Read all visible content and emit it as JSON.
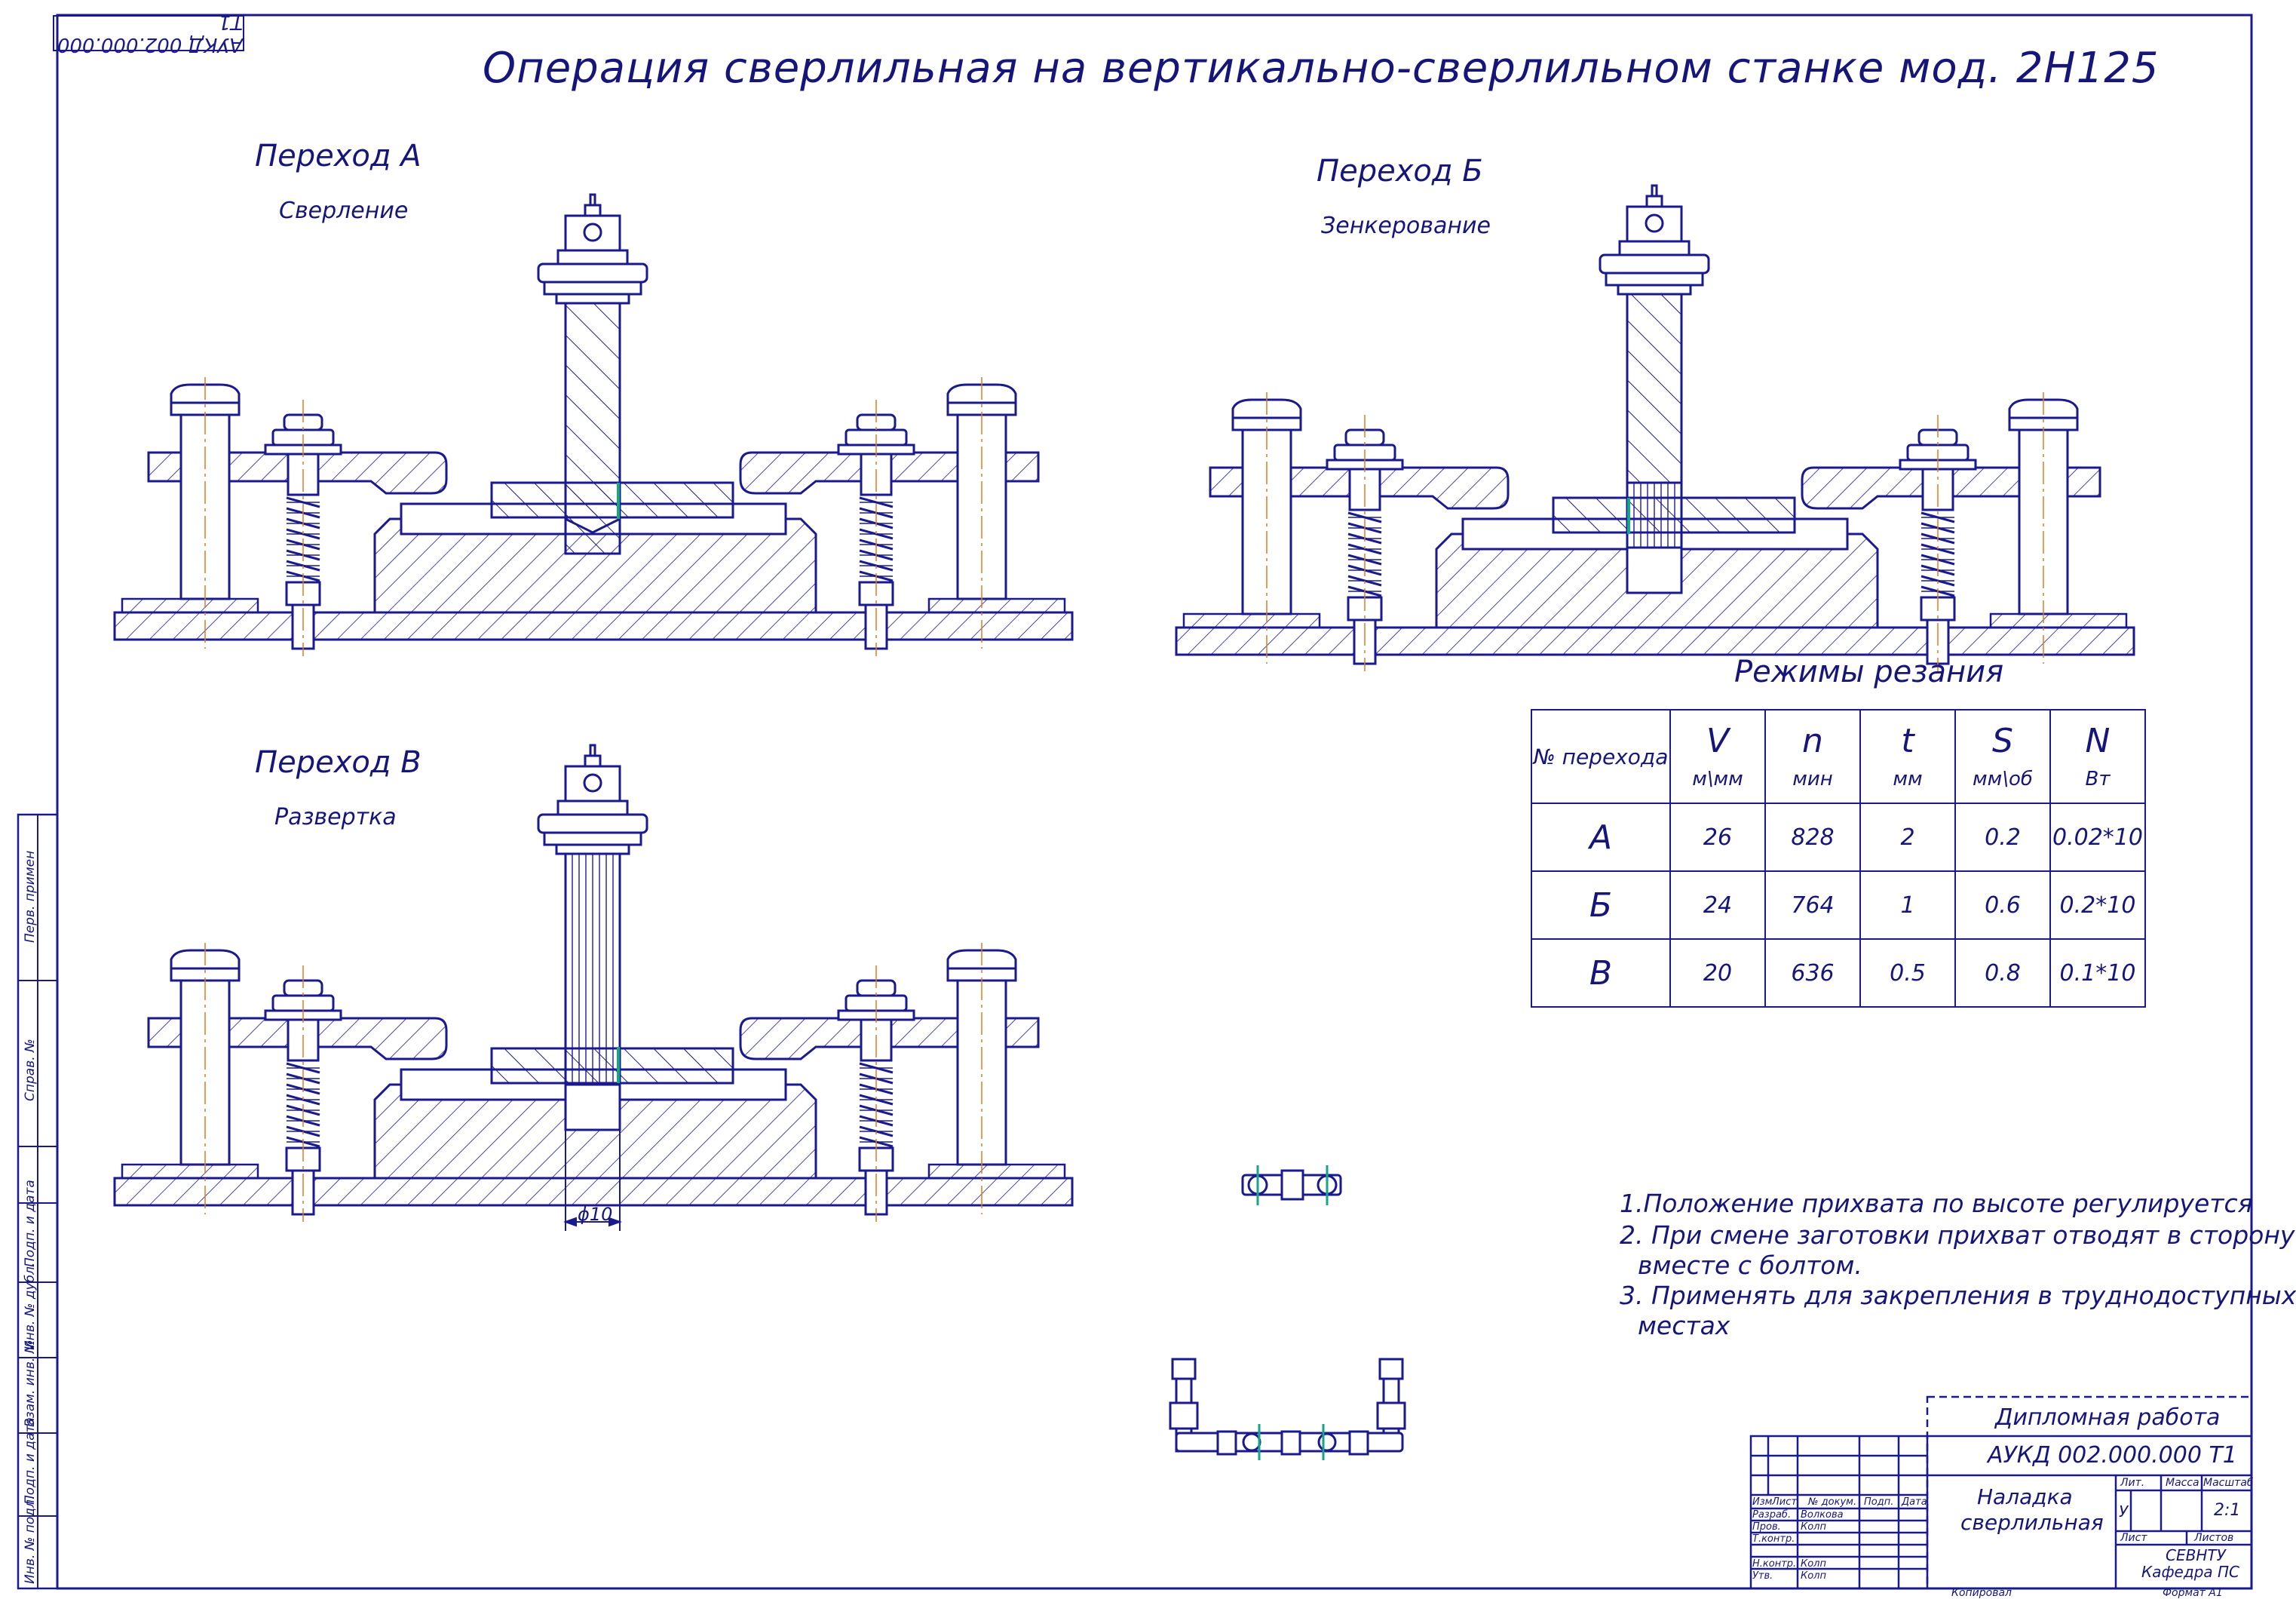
{
  "drawing": {
    "title": "Операция сверлильная на вертикально-сверлильном станке мод. 2Н125",
    "doc_code_inverted": "АУКД 002.000.000 Т1"
  },
  "transitions": [
    {
      "heading": "Переход А",
      "operation": "Сверление"
    },
    {
      "heading": "Переход Б",
      "operation": "Зенкерование"
    },
    {
      "heading": "Переход В",
      "operation": "Развертка"
    }
  ],
  "dimension_label": "ϕ10",
  "cutting_modes": {
    "title": "Режимы резания",
    "first_header": "№ перехода",
    "columns": [
      {
        "symbol": "V",
        "unit": "м\\мм"
      },
      {
        "symbol": "n",
        "unit": "мин"
      },
      {
        "symbol": "t",
        "unit": "мм"
      },
      {
        "symbol": "S",
        "unit": "мм\\об"
      },
      {
        "symbol": "N",
        "unit": "Вт"
      }
    ],
    "rows": [
      {
        "id": "А",
        "values": [
          "26",
          "828",
          "2",
          "0.2",
          "0.02*10"
        ]
      },
      {
        "id": "Б",
        "values": [
          "24",
          "764",
          "1",
          "0.6",
          "0.2*10"
        ]
      },
      {
        "id": "В",
        "values": [
          "20",
          "636",
          "0.5",
          "0.8",
          "0.1*10"
        ]
      }
    ]
  },
  "notes": [
    "1.Положение прихвата по высоте регулируется",
    "2. При смене заготовки прихват отводят в сторону",
    "вместе с болтом.",
    "3. Применять для закрепления в труднодоступных",
    "местах"
  ],
  "side_labels": [
    "Перв. примен",
    "Справ. №",
    "Подп. и дата",
    "Инв. № дубл.",
    "Взам. инв. №",
    "Подп. и дата",
    "Инв. № подл."
  ],
  "title_block": {
    "work": "Дипломная работа",
    "code": "АУКД 002.000.000 Т1",
    "name_line1": "Наладка",
    "name_line2": "сверлильная",
    "col_headers": [
      "Изм",
      "Лист",
      "№ докум.",
      "Подп.",
      "Дата"
    ],
    "roles": [
      "Разраб.",
      "Пров.",
      "Т.контр.",
      "",
      "Н.контр.",
      "Утв."
    ],
    "people": [
      "Волкова",
      "Колп",
      "",
      "",
      "Колп",
      "Колп"
    ],
    "lit_label": "Лит.",
    "mass_label": "Масса",
    "scale_label": "Масштаб",
    "lit_value": "У",
    "scale_value": "2:1",
    "sheet_label": "Лист",
    "sheets_label": "Листов",
    "org_line1": "СЕВНТУ",
    "org_line2": "Кафедра ПС",
    "copied": "Копировал",
    "format": "Формат   А1"
  },
  "colors": {
    "line": "#1a1a8c",
    "axis": "#e07b20",
    "accent": "#17a58a"
  }
}
